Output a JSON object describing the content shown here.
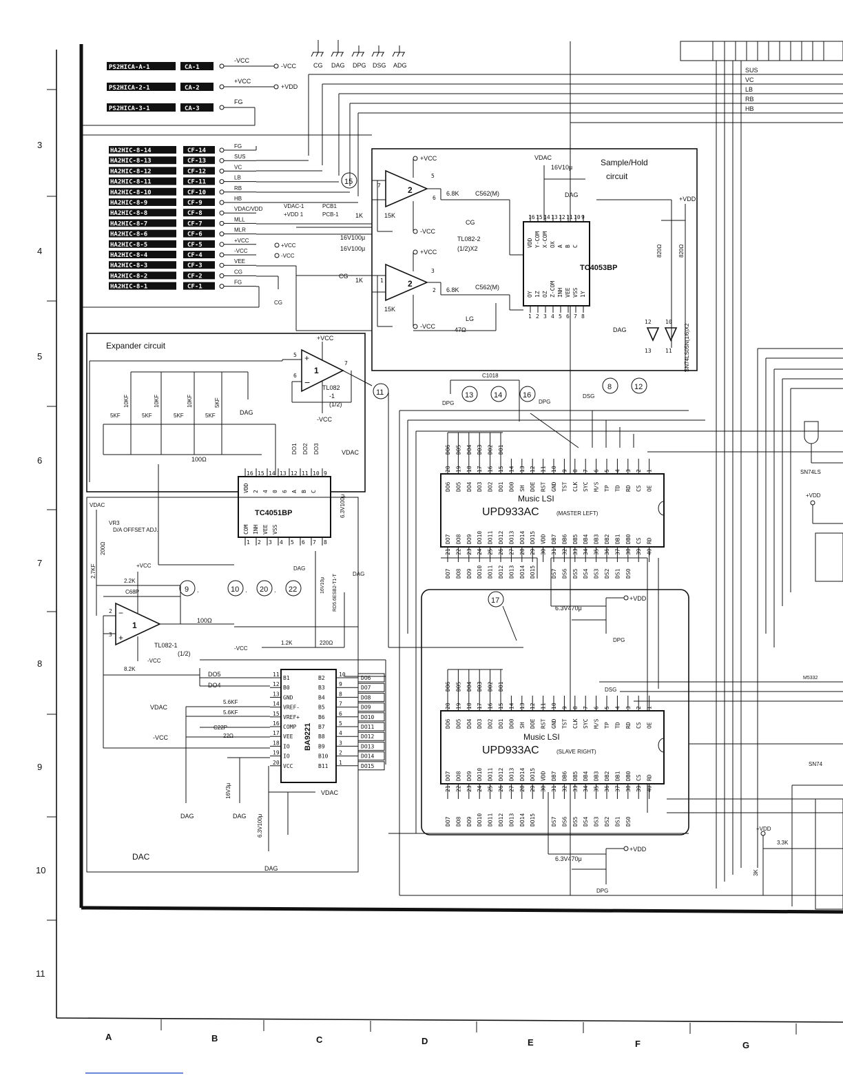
{
  "row_numbers": [
    "3",
    "4",
    "5",
    "6",
    "7",
    "8",
    "9",
    "10",
    "11"
  ],
  "column_letters": [
    "A",
    "B",
    "C",
    "D",
    "E",
    "F",
    "G"
  ],
  "top_grounds": [
    "CG",
    "DAG",
    "DPG",
    "DSG",
    "ADG"
  ],
  "top_connectors": [
    {
      "label": "PS2HICA-A-1",
      "pin": "CA-1",
      "net": "-VCC",
      "out": "-VCC"
    },
    {
      "label": "PS2HICA-2-1",
      "pin": "CA-2",
      "net": "+VCC",
      "out": "+VDD"
    },
    {
      "label": "PS2HICA-3-1",
      "pin": "CA-3",
      "net": "FG",
      "out": ""
    }
  ],
  "mid_connectors": [
    {
      "label": "HA2HIC-8-14",
      "pin": "CF-14",
      "net": "FG"
    },
    {
      "label": "HA2HIC-8-13",
      "pin": "CF-13",
      "net": "SUS"
    },
    {
      "label": "HA2HIC-8-12",
      "pin": "CF-12",
      "net": "VC"
    },
    {
      "label": "HA2HIC-8-11",
      "pin": "CF-11",
      "net": "LB"
    },
    {
      "label": "HA2HIC-8-10",
      "pin": "CF-10",
      "net": "RB"
    },
    {
      "label": "HA2HIC-8-9",
      "pin": "CF-9",
      "net": "HB"
    },
    {
      "label": "HA2HIC-8-8",
      "pin": "CF-8",
      "net": "VDAC/VDD"
    },
    {
      "label": "HA2HIC-8-7",
      "pin": "CF-7",
      "net": "MLL"
    },
    {
      "label": "HA2HIC-8-6",
      "pin": "CF-6",
      "net": "MLR"
    },
    {
      "label": "HA2HIC-8-5",
      "pin": "CF-5",
      "net": "+VCC"
    },
    {
      "label": "HA2HIC-8-4",
      "pin": "CF-4",
      "net": "-VCC"
    },
    {
      "label": "HA2HIC-8-3",
      "pin": "CF-3",
      "net": "VEE"
    },
    {
      "label": "HA2HIC-8-2",
      "pin": "CF-2",
      "net": "CG"
    },
    {
      "label": "HA2HIC-8-1",
      "pin": "CF-1",
      "net": "FG"
    }
  ],
  "right_bus": [
    "SUS",
    "VC",
    "LB",
    "RB",
    "HB"
  ],
  "pcb_notes": [
    "VDAC-1",
    "+VDD 1",
    "PCB1",
    "PCB-1"
  ],
  "sample_hold": {
    "title": "Sample/Hold",
    "title2": "circuit",
    "opamp": "TL082-2",
    "opamp_sub": "(1/2)X2",
    "mux": "TC4053BP",
    "mux_pins": [
      "VDD",
      "Y-COM",
      "X-COM",
      "OX",
      "A",
      "B",
      "C",
      "1Y",
      "OY",
      "1Z",
      "OZ",
      "Z-COM",
      "INH",
      "VEE",
      "VSS"
    ],
    "vdac": "VDAC",
    "cap_top": "16V10μ",
    "cap_top_gnd": "DAG",
    "caps_left": [
      "16V100μ",
      "16V100μ"
    ],
    "r1": "6.8K",
    "r2": "6.8K",
    "c1": "C562(M)",
    "c2": "C562(M)",
    "r15k_a": "15K",
    "r15k_b": "15K",
    "r1k_a": "1K",
    "r1k_b": "1K",
    "r47": "47Ω",
    "r820a": "820Ω",
    "r820b": "820Ω",
    "gnd_cg": "CG",
    "gnd_lg": "LG",
    "gnd_dag": "DAG",
    "vdd": "+VDD",
    "inverter": "SN74LS05N(1/6)X2",
    "inv_pins": [
      "12",
      "13",
      "10",
      "11"
    ],
    "circle": "15"
  },
  "expander": {
    "title": "Expander circuit",
    "opamp": "TL082",
    "opamp_sub": "-1",
    "opamp_sub2": "(1/2)",
    "resistors_v": [
      "10KF",
      "10KF",
      "10KF",
      "5KF"
    ],
    "resistors_h": [
      "5KF",
      "5KF",
      "5KF",
      "5KF"
    ],
    "r100": "100Ω",
    "mux": "TC4051BP",
    "mux_pins": [
      "VDD",
      "2",
      "4",
      "0",
      "6",
      "A",
      "B",
      "C",
      "COM",
      "INH",
      "VEE",
      "VSS"
    ],
    "pins_top": [
      "16",
      "15",
      "14",
      "13",
      "12",
      "11",
      "10",
      "9"
    ],
    "pins_bot": [
      "1",
      "2",
      "3",
      "4",
      "5",
      "6",
      "7",
      "8"
    ],
    "do_labels": [
      "DO1",
      "DO2",
      "DO3"
    ],
    "vdac": "VDAC",
    "cap": "6.3V100μ",
    "circle": "11"
  },
  "dac": {
    "title": "DAC",
    "chip": "BA9221",
    "pins_left": [
      "B1",
      "B0",
      "GND",
      "VREF-",
      "VREF+",
      "COMP",
      "VEE",
      "IO",
      "IO",
      "VCC"
    ],
    "pins_right": [
      "B2",
      "B3",
      "B4",
      "B5",
      "B6",
      "B7",
      "B8",
      "B9",
      "B10",
      "B11"
    ],
    "pin_nums_left": [
      "11",
      "12",
      "13",
      "14",
      "15",
      "16",
      "17",
      "18",
      "19",
      "20"
    ],
    "pin_nums_right": [
      "10",
      "9",
      "8",
      "7",
      "6",
      "5",
      "4",
      "3",
      "2",
      "1"
    ],
    "left_nets": [
      "DO5",
      "DO4"
    ],
    "right_nets": [
      "DO6",
      "DO7",
      "DO8",
      "DO9",
      "DO10",
      "DO11",
      "DO12",
      "DO13",
      "DO14",
      "DO15"
    ],
    "vdac": "VDAC",
    "vcc": "-VCC",
    "r_a": "5.6KF",
    "r_b": "5.6KF",
    "c22": "C22P",
    "r22": "22Ω",
    "cap_v": "16V3μ",
    "cap_v2": "6.3V100μ",
    "gnd": "DAG",
    "vdac_out": "VDAC",
    "vr": "VR3",
    "vr_note": "D/A OFFSET ADJ.",
    "vr_val": "200Ω",
    "r_b2": "2.7KF",
    "r_22": "2.2K",
    "c68": "C68P",
    "opamp": "TL082-1",
    "opamp_sub": "(1/2)",
    "r100": "100Ω",
    "r82": "8.2K",
    "r12": "1.2K",
    "r220": "220Ω",
    "vcc_neg": "-VCC",
    "vcc_pos": "+VCC",
    "vdac_top": "VDAC",
    "diode": "RD5.6ESB2-T1-T",
    "cap_16v": "16V10μ",
    "gnd_dag": "DAG",
    "circles": [
      "9",
      "10",
      "20",
      "22"
    ]
  },
  "lsi_master": {
    "title": "Music LSI",
    "part": "UPD933AC",
    "suffix": "(MASTER LEFT)",
    "top_pins": [
      "DO6",
      "DO5",
      "DO4",
      "DO3",
      "DO2",
      "DO1",
      "DO0",
      "SH",
      "DOE",
      "RST",
      "GND",
      "TST",
      "CLK",
      "SYC",
      "M/S",
      "TP",
      "TD",
      "RD",
      "CS",
      "OE"
    ],
    "top_nums": [
      "20",
      "19",
      "18",
      "17",
      "16",
      "15",
      "14",
      "13",
      "12",
      "11",
      "10",
      "9",
      "8",
      "7",
      "6",
      "5",
      "4",
      "3",
      "2",
      "1"
    ],
    "bot_pins": [
      "DO7",
      "DO8",
      "DO9",
      "DO10",
      "DO11",
      "DO12",
      "DO13",
      "DO14",
      "DO15",
      "VDD",
      "DB7",
      "DB6",
      "DB5",
      "DB4",
      "DB3",
      "DB2",
      "DB1",
      "DB0",
      "CS",
      "RD"
    ],
    "bot_nums": [
      "21",
      "22",
      "23",
      "24",
      "25",
      "26",
      "27",
      "28",
      "29",
      "30",
      "31",
      "32",
      "33",
      "34",
      "35",
      "36",
      "37",
      "38",
      "39",
      "40"
    ],
    "bot_nets": [
      "DO7",
      "DO8",
      "DO9",
      "DO10",
      "DO11",
      "DO12",
      "DO13",
      "DO14",
      "DO15",
      "DS7",
      "DS6",
      "DS5",
      "DS4",
      "DS3",
      "DS2",
      "DS1",
      "DS0"
    ],
    "top_nets": [
      "DO6",
      "DO5",
      "DO4",
      "DO3",
      "DO2",
      "DO1"
    ],
    "cap": "C1018",
    "gnds": [
      "DPG",
      "DPG",
      "DSG"
    ],
    "circles": [
      "13",
      "14",
      "16",
      "8",
      "12"
    ]
  },
  "lsi_slave": {
    "title": "Music LSI",
    "part": "UPD933AC",
    "suffix": "(SLAVE RIGHT)",
    "top_nets": [
      "DO6",
      "DO5",
      "DO4",
      "DO3",
      "DO2",
      "DO1"
    ],
    "cap": "6.3V470μ",
    "cap2": "6.3V470μ",
    "vdd": "+VDD",
    "gnd": "DPG",
    "gnd2": "DSG",
    "circle": "17"
  },
  "right_side": {
    "gate": "SN74LS",
    "vdd": "+VDD",
    "chip": "M5332",
    "gate2": "SN74",
    "vdd2": "+VDD",
    "r33": "3.3K",
    "r_v": "3K"
  }
}
